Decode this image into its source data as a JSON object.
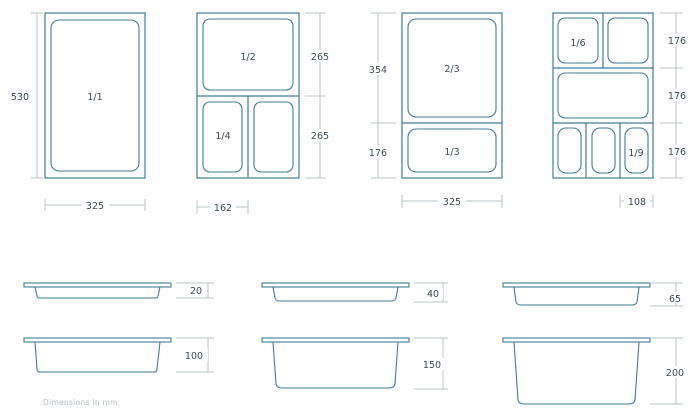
{
  "footnote": "Dimensions in mm",
  "plan_views": {
    "full": {
      "fraction": "1/1",
      "height": "530",
      "width": "325"
    },
    "halves": {
      "half": "1/2",
      "quarter": "1/4",
      "height_top": "265",
      "height_bottom": "265",
      "width": "162"
    },
    "thirds": {
      "two_thirds": "2/3",
      "one_third": "1/3",
      "height_top": "354",
      "height_bottom": "176",
      "width": "325"
    },
    "small": {
      "sixth": "1/6",
      "ninth": "1/9",
      "height_1": "176",
      "height_2": "176",
      "height_3": "176",
      "width": "108"
    }
  },
  "profiles": {
    "row1": [
      "20",
      "40",
      "65"
    ],
    "row2": [
      "100",
      "150",
      "200"
    ]
  },
  "colors": {
    "line": "#3f7d96",
    "dimension": "#b9c3ca",
    "text": "#3a4a57",
    "note": "#b3bcc4"
  }
}
